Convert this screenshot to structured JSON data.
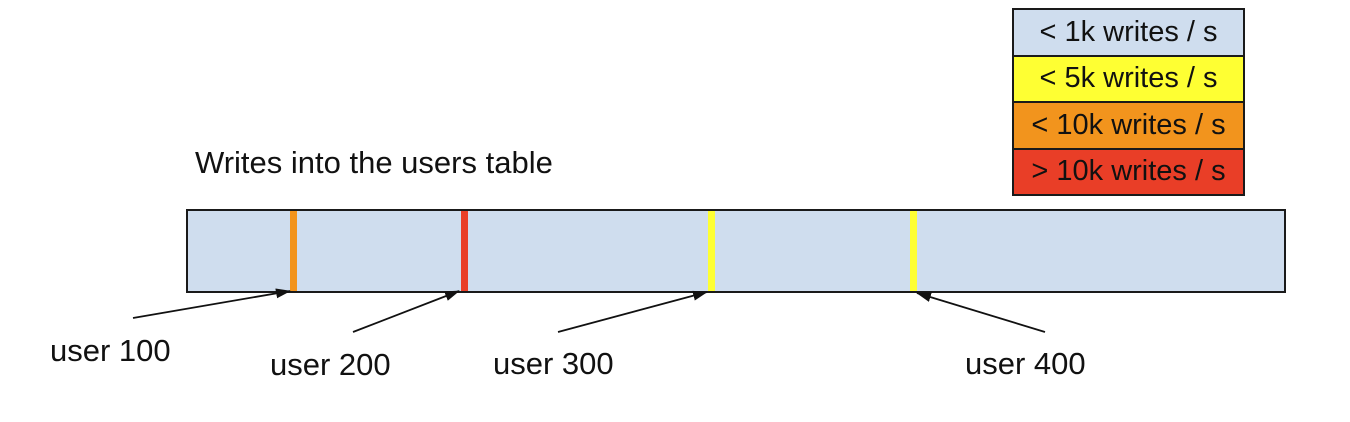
{
  "title": "Writes into the users table",
  "legend": {
    "items": [
      {
        "label": "< 1k writes / s",
        "color": "#cfddee"
      },
      {
        "label": "< 5k writes / s",
        "color": "#feff33"
      },
      {
        "label": "< 10k writes / s",
        "color": "#f2941d"
      },
      {
        "label": "> 10k writes / s",
        "color": "#e93e27"
      }
    ]
  },
  "bar": {
    "fill": "#cfddee",
    "markers": [
      {
        "label": "user 100",
        "color": "#f2941d",
        "rate_category": "< 10k writes / s"
      },
      {
        "label": "user 200",
        "color": "#e93e27",
        "rate_category": "> 10k writes / s"
      },
      {
        "label": "user 300",
        "color": "#feff33",
        "rate_category": "< 5k writes / s"
      },
      {
        "label": "user 400",
        "color": "#feff33",
        "rate_category": "< 5k writes / s"
      }
    ]
  }
}
